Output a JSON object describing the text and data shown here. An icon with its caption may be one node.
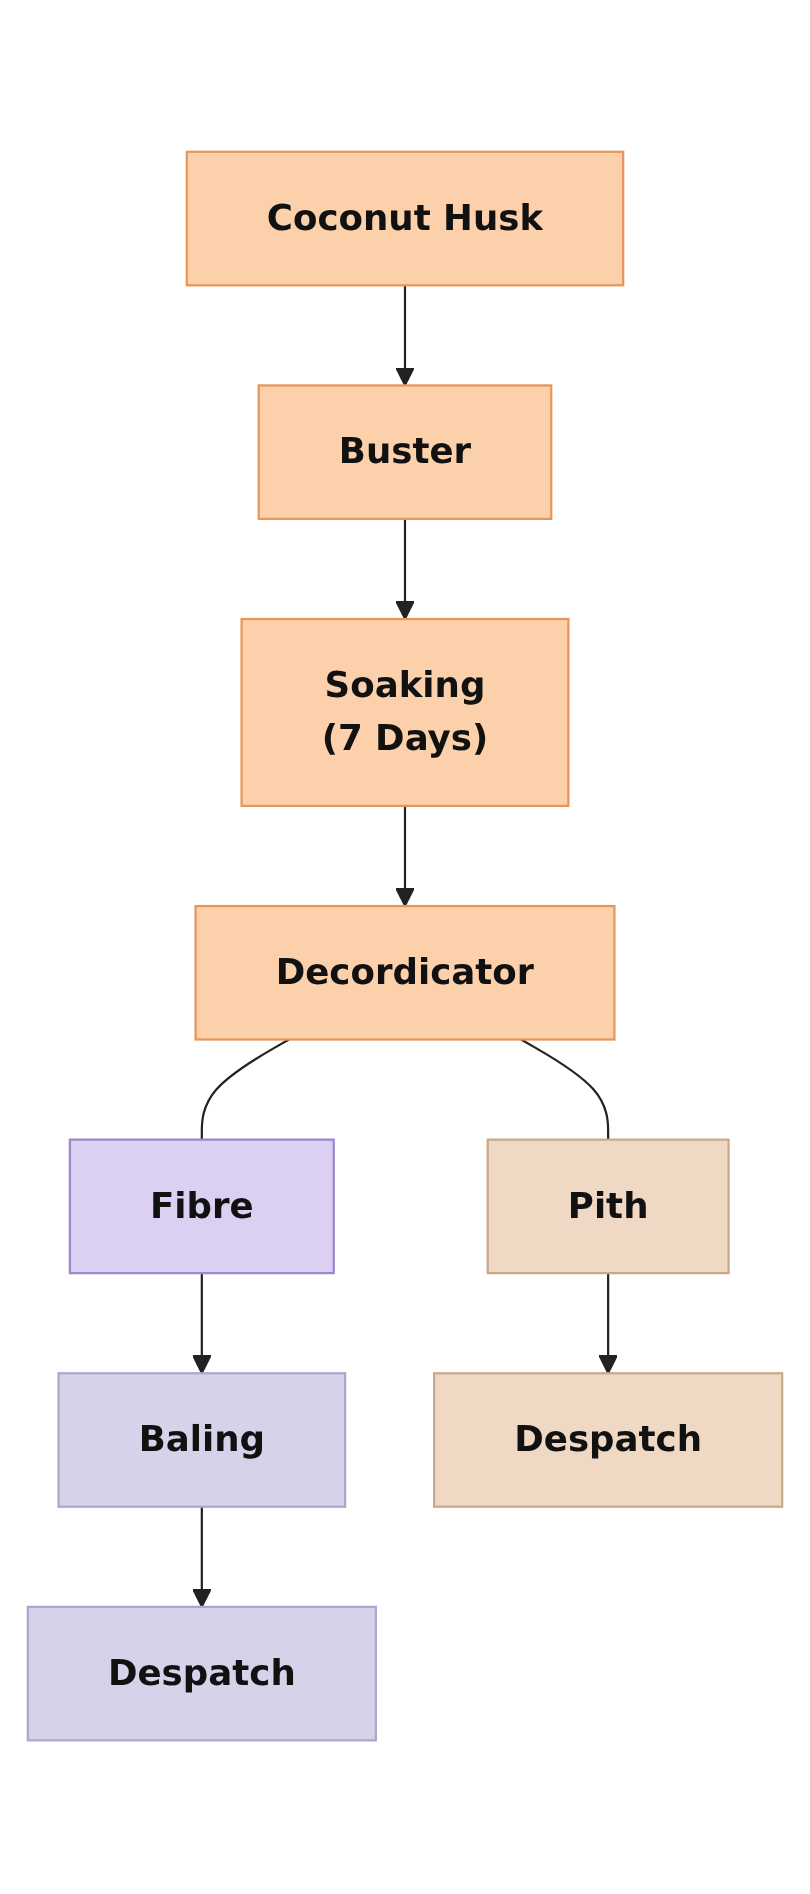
{
  "diagram": {
    "nodes": [
      {
        "text": [
          "Coconut Husk"
        ]
      },
      {
        "text": [
          "Buster"
        ]
      },
      {
        "text": [
          "Soaking",
          "(7 Days)"
        ]
      },
      {
        "text": [
          "Decordicator"
        ]
      },
      {
        "text": [
          "Fibre"
        ]
      },
      {
        "text": [
          "Pith"
        ]
      },
      {
        "text": [
          "Baling"
        ]
      },
      {
        "text": [
          "Despatch"
        ]
      },
      {
        "text": [
          "Despatch"
        ]
      }
    ],
    "edges": [
      {
        "from": 0,
        "to": 1,
        "arrow": "to"
      },
      {
        "from": 1,
        "to": 2,
        "arrow": "to"
      },
      {
        "from": 2,
        "to": 3,
        "arrow": "to"
      },
      {
        "from": 3,
        "to": 4,
        "arrow": "none"
      },
      {
        "from": 3,
        "to": 5,
        "arrow": "none"
      },
      {
        "from": 4,
        "to": 6,
        "arrow": "to"
      },
      {
        "from": 5,
        "to": 7,
        "arrow": "to"
      },
      {
        "from": 6,
        "to": 8,
        "arrow": "to"
      }
    ]
  }
}
